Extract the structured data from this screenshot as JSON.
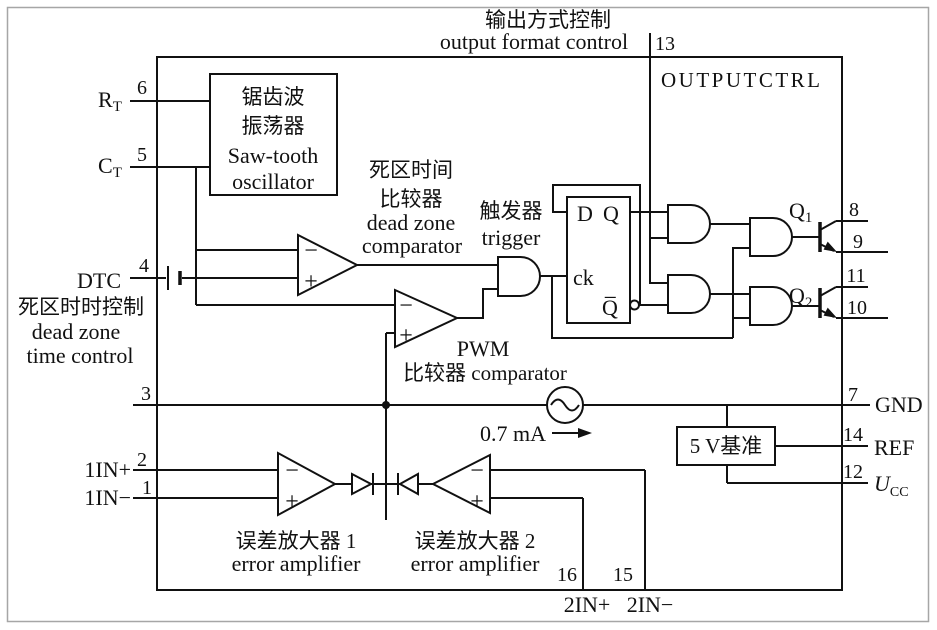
{
  "colors": {
    "line": "#111111",
    "frame": "#a6a6a6",
    "background": "#ffffff"
  },
  "top": {
    "title_zh": "输出方式控制",
    "title_en": "output format control",
    "pin13": "13",
    "outputctrl": "OUTPUTCTRL"
  },
  "oscillator": {
    "zh_line1": "锯齿波",
    "zh_line2": "振荡器",
    "en_line1": "Saw-tooth",
    "en_line2": "oscillator"
  },
  "left_pins": {
    "rt_label": "R",
    "rt_sub": "T",
    "rt_pin": "6",
    "ct_label": "C",
    "ct_sub": "T",
    "ct_pin": "5",
    "dtc_label": "DTC",
    "dtc_pin": "4",
    "dtc_desc_zh": "死区时时控制",
    "dtc_desc_en1": "dead zone",
    "dtc_desc_en2": "time control",
    "pin3": "3",
    "in1p_label": "1IN+",
    "in1p_pin": "2",
    "in1n_label": "1IN−",
    "in1n_pin": "1"
  },
  "dead_zone_comparator": {
    "zh_line1": "死区时间",
    "zh_line2": "比较器",
    "en_line1": "dead zone",
    "en_line2": "comparator"
  },
  "pwm_comparator": {
    "line1": "PWM",
    "line2": "比较器 comparator"
  },
  "trigger": {
    "zh": "触发器",
    "en": "trigger"
  },
  "flip_flop": {
    "d": "D",
    "q": "Q",
    "ck": "ck",
    "q_bar": "Q̅"
  },
  "current_source": {
    "value": "0.7 mA"
  },
  "reference_box": {
    "label": "5 V基准"
  },
  "right_pins": {
    "q1_label": "Q",
    "q1_sub": "1",
    "pin8": "8",
    "pin9": "9",
    "q2_label": "Q",
    "q2_sub": "2",
    "pin11": "11",
    "pin10": "10",
    "gnd_pin": "7",
    "gnd_label": "GND",
    "ref_pin": "14",
    "ref_label": "REF",
    "ucc_pin": "12",
    "ucc_label": "U",
    "ucc_sub": "CC"
  },
  "bottom_pins": {
    "in2p_pin": "16",
    "in2p_label": "2IN+",
    "in2n_pin": "15",
    "in2n_label": "2IN−"
  },
  "error_amplifier_1": {
    "zh": "误差放大器 1",
    "en": "error amplifier"
  },
  "error_amplifier_2": {
    "zh": "误差放大器 2",
    "en": "error amplifier"
  },
  "signs": {
    "minus": "−",
    "plus": "+"
  }
}
